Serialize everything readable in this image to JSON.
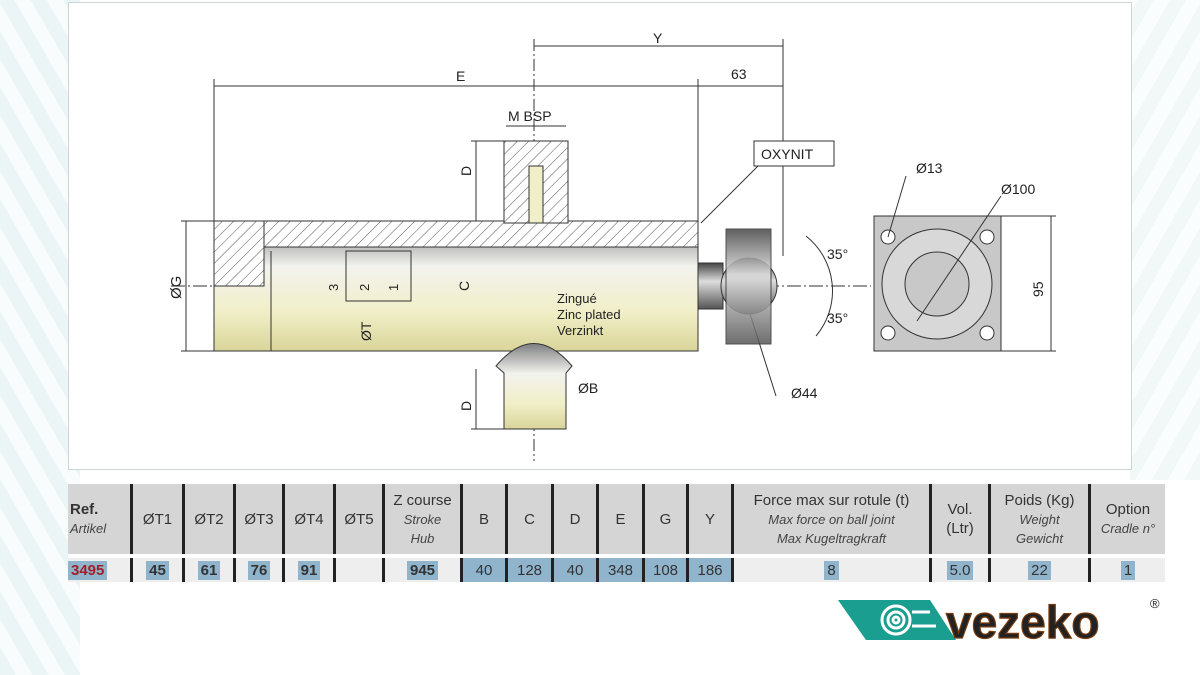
{
  "drawing": {
    "dim_E": "E",
    "dim_Y": "Y",
    "dim_63": "63",
    "port_label": "M BSP",
    "dim_D_top": "D",
    "dim_D_bottom": "D",
    "oxynit": "OXYNIT",
    "dim_G": "ØG",
    "stage_3": "3",
    "stage_2": "2",
    "stage_1": "1",
    "dim_C": "C",
    "dim_T": "ØT",
    "finish_fr": "Zingué",
    "finish_en": "Zinc plated",
    "finish_de": "Verzinkt",
    "dim_B": "ØB",
    "angle_top": "35°",
    "angle_bottom": "35°",
    "dim_44": "Ø44",
    "dim_13": "Ø13",
    "dim_100": "Ø100",
    "dim_95": "95"
  },
  "table": {
    "headers": [
      {
        "main": "Ref.",
        "sub": "Artikel"
      },
      {
        "main": "ØT1"
      },
      {
        "main": "ØT2"
      },
      {
        "main": "ØT3"
      },
      {
        "main": "ØT4"
      },
      {
        "main": "ØT5"
      },
      {
        "main": "Z course",
        "sub": "Stroke",
        "sub2": "Hub"
      },
      {
        "main": "B"
      },
      {
        "main": "C"
      },
      {
        "main": "D"
      },
      {
        "main": "E"
      },
      {
        "main": "G"
      },
      {
        "main": "Y"
      },
      {
        "main": "Force max sur rotule (t)",
        "sub": "Max force on ball joint",
        "sub2": "Max Kugeltragkraft"
      },
      {
        "main": "Vol.",
        "main2": "(Ltr)"
      },
      {
        "main": "Poids (Kg)",
        "sub": "Weight",
        "sub2": "Gewicht"
      },
      {
        "main": "Option",
        "sub": "Cradle n°"
      }
    ],
    "row": [
      "3495",
      "45",
      "61",
      "76",
      "91",
      "",
      "945",
      "40",
      "128",
      "40",
      "348",
      "108",
      "186",
      "8",
      "5.0",
      "22",
      "1"
    ]
  },
  "brand": {
    "name": "vezeko",
    "registered": "®",
    "color_orange": "#e8731e",
    "color_teal": "#1a9e8f"
  }
}
